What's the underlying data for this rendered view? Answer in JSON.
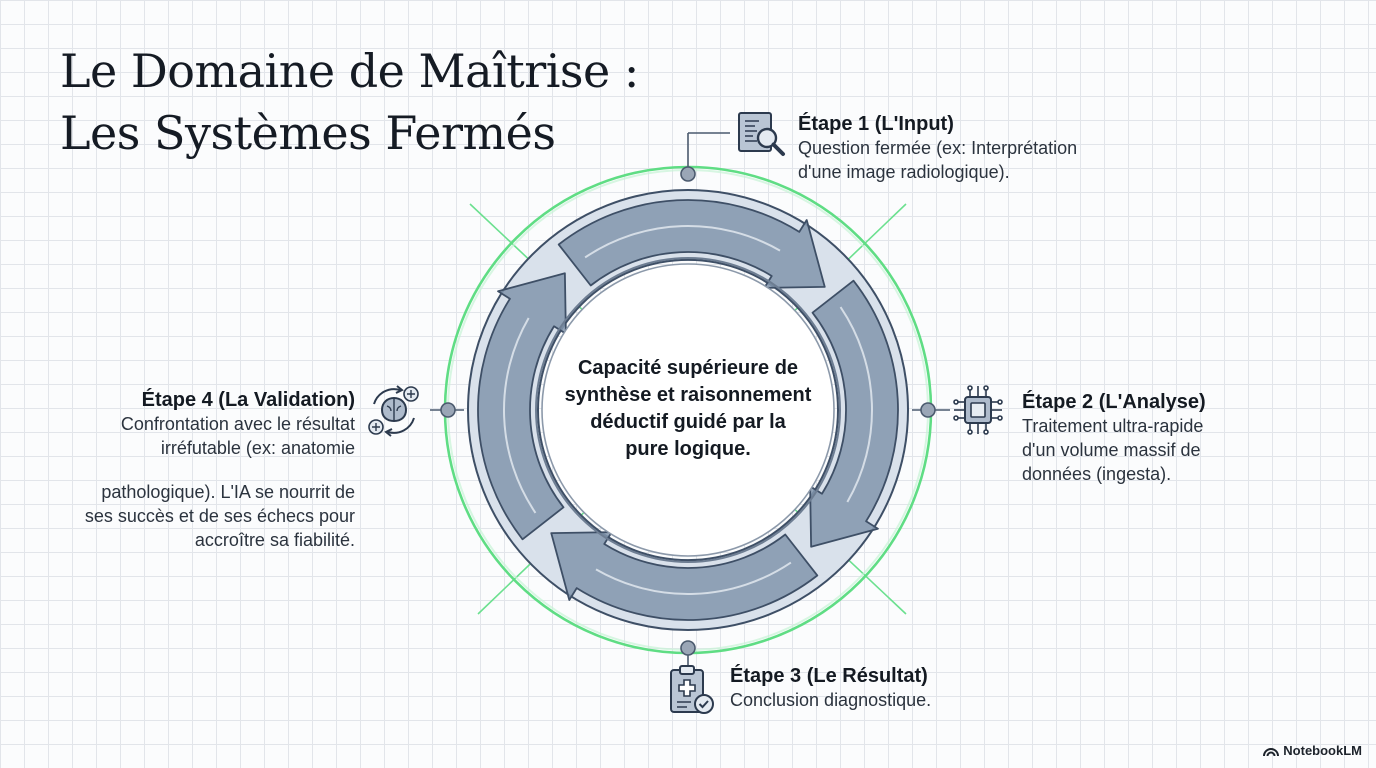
{
  "title": {
    "line1": "Le Domaine de Maîtrise :",
    "line2": "Les Systèmes Fermés"
  },
  "center": {
    "lines": [
      "Capacité supérieure de",
      "synthèse et raisonnement",
      "déductif guidé par la",
      "pure logique."
    ]
  },
  "steps": [
    {
      "title": "Étape 1 (L'Input)",
      "lines": [
        "Question fermée (ex: Interprétation",
        "d'une image radiologique)."
      ],
      "icon": "document-magnifier-icon"
    },
    {
      "title": "Étape 2 (L'Analyse)",
      "lines": [
        "Traitement ultra-rapide",
        "d'un volume massif de",
        "données (ingesta)."
      ],
      "icon": "processor-chip-icon"
    },
    {
      "title": "Étape 3 (Le Résultat)",
      "lines": [
        "Conclusion diagnostique."
      ],
      "icon": "medical-clipboard-icon"
    },
    {
      "title": "Étape 4 (La Validation)",
      "lines": [
        "Confrontation avec le résultat",
        "irréfutable (ex: anatomie",
        "pathologique). L'IA se nourrit de",
        "ses succès et de ses échecs pour",
        "accroître sa fiabilité."
      ],
      "icon": "brain-cycle-icon"
    }
  ],
  "brand": {
    "label": "NotebookLM",
    "icon": "notebooklm-logo-icon"
  },
  "colors": {
    "accent_green": "#5fdd84",
    "ring_fill": "#d9e1eb",
    "arrow_fill": "#8195ad",
    "outline": "#3e4f66"
  }
}
